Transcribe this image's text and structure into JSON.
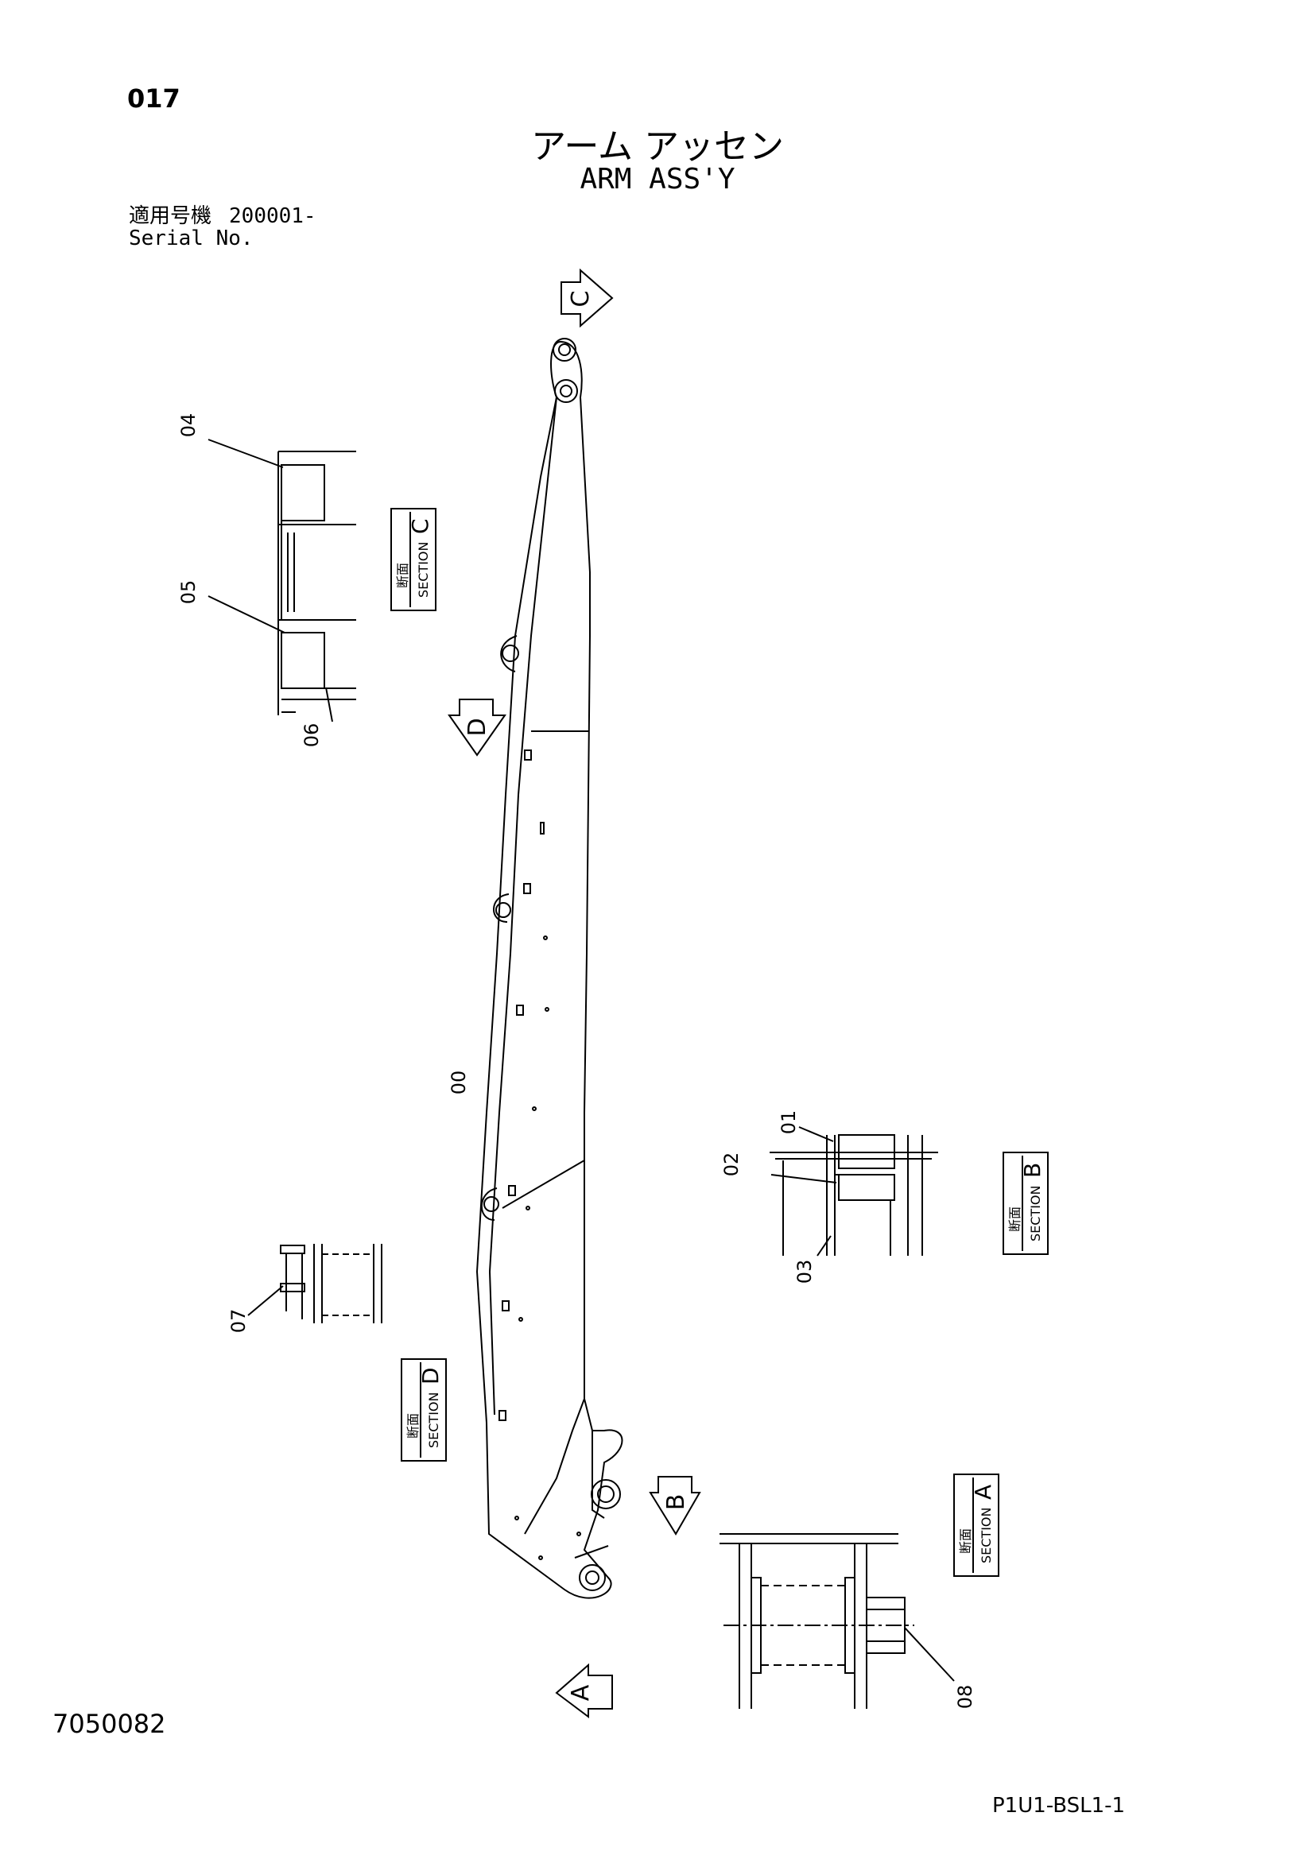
{
  "header": {
    "page_number": "017",
    "title_jp": "アーム アッセン",
    "title_en": "ARM ASS'Y",
    "serial_label_jp": "適用号機",
    "serial_value": "200001-",
    "serial_label_en": "Serial No."
  },
  "callouts": {
    "c00": "00",
    "c01": "01",
    "c02": "02",
    "c03": "03",
    "c04": "04",
    "c05": "05",
    "c06": "06",
    "c07": "07",
    "c08": "08"
  },
  "view_markers": {
    "a": "A",
    "b": "B",
    "c": "C",
    "d": "D"
  },
  "section_labels": {
    "jp": "断面",
    "en": "SECTION",
    "a": "A",
    "b": "B",
    "c": "C",
    "d": "D"
  },
  "footer": {
    "doc_id": "7050082",
    "sheet_code": "P1U1-BSL1-1"
  }
}
